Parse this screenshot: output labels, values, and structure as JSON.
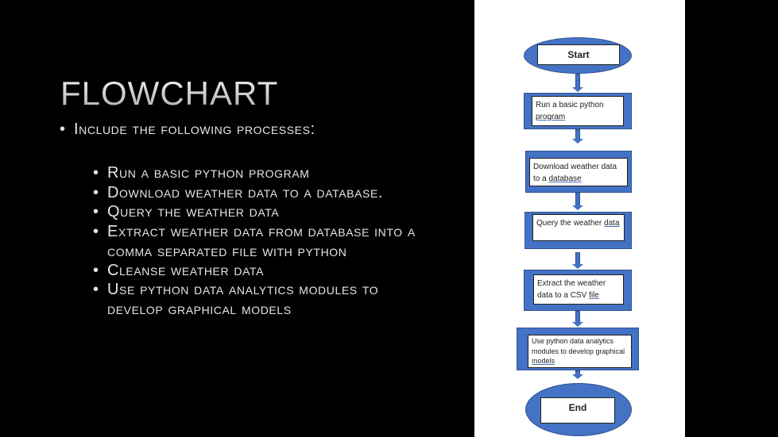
{
  "slide": {
    "title": "Flowchart",
    "main_bullet": "Include the following processes:",
    "sub_bullets": [
      "Run a basic python program",
      "Download weather data to a database.",
      "Query the weather data",
      "Extract weather data from database into a comma separated file with python",
      "Cleanse weather data",
      "Use python data analytics modules to develop graphical models"
    ],
    "bullet_glyph": "•"
  },
  "flowchart": {
    "start": "Start",
    "end": "End",
    "steps": [
      {
        "text": "Run a basic python",
        "underlined": "program"
      },
      {
        "text": "Download weather data to a",
        "underlined": "database"
      },
      {
        "text": "Query the weather",
        "underlined": "data"
      },
      {
        "text": "Extract the weather data to a CSV",
        "underlined": "file"
      },
      {
        "text": "Use python data analytics modules to develop graphical",
        "underlined": "models"
      }
    ],
    "colors": {
      "shape_fill": "#4472c4",
      "shape_border": "#2f528f"
    }
  }
}
